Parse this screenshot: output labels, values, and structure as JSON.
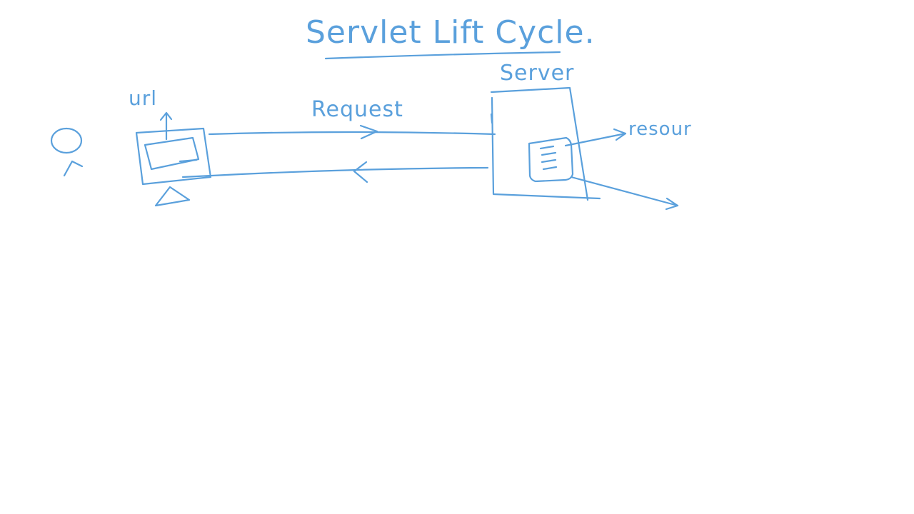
{
  "canvas": {
    "background": "#ffffff",
    "ink_color": "#5aa0dc"
  },
  "title": {
    "text": "Servlet Lift Cycle."
  },
  "labels": {
    "server": "Server",
    "request": "Request",
    "url": "url",
    "resource": "resour"
  }
}
